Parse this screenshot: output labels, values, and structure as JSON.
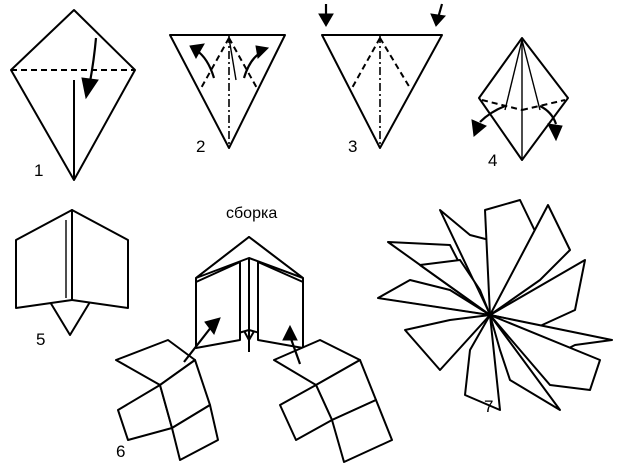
{
  "diagram": {
    "caption": "сборка",
    "steps": [
      "1",
      "2",
      "3",
      "4",
      "5",
      "6",
      "7"
    ]
  },
  "colors": {
    "ink": "#000000",
    "paper": "#ffffff"
  }
}
